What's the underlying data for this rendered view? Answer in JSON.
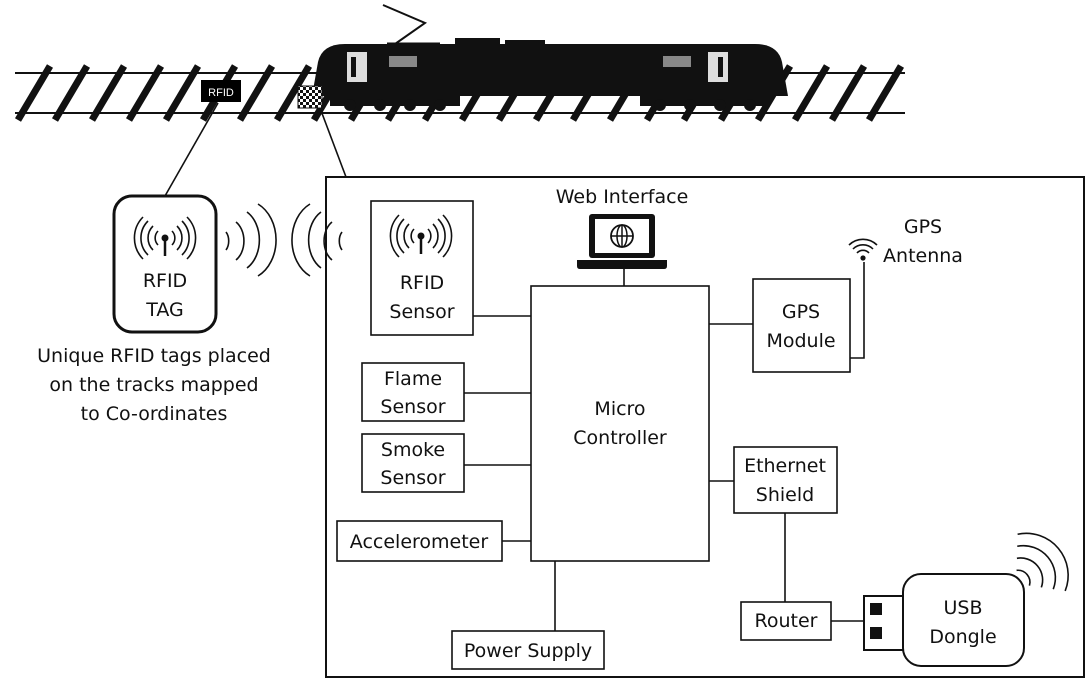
{
  "tag": {
    "track_label": "RFID",
    "title_line1": "RFID",
    "title_line2": "TAG",
    "caption_line1": "Unique RFID tags placed",
    "caption_line2": "on the tracks mapped",
    "caption_line3": "to Co-ordinates"
  },
  "web_interface": {
    "label": "Web Interface"
  },
  "gps_antenna": {
    "label_line1": "GPS",
    "label_line2": "Antenna"
  },
  "components": {
    "rfid_sensor": {
      "line1": "RFID",
      "line2": "Sensor"
    },
    "flame_sensor": {
      "line1": "Flame",
      "line2": "Sensor"
    },
    "smoke_sensor": {
      "line1": "Smoke",
      "line2": "Sensor"
    },
    "accelerometer": {
      "label": "Accelerometer"
    },
    "power_supply": {
      "label": "Power Supply"
    },
    "micro_controller": {
      "line1": "Micro",
      "line2": "Controller"
    },
    "gps_module": {
      "line1": "GPS",
      "line2": "Module"
    },
    "ethernet_shield": {
      "line1": "Ethernet",
      "line2": "Shield"
    },
    "router": {
      "label": "Router"
    },
    "usb_dongle": {
      "line1": "USB",
      "line2": "Dongle"
    }
  },
  "icons": [
    "train-icon",
    "rfid-antenna-icon",
    "laptop-globe-icon",
    "wifi-icon",
    "usb-connector-icon",
    "signal-wave-icon"
  ]
}
